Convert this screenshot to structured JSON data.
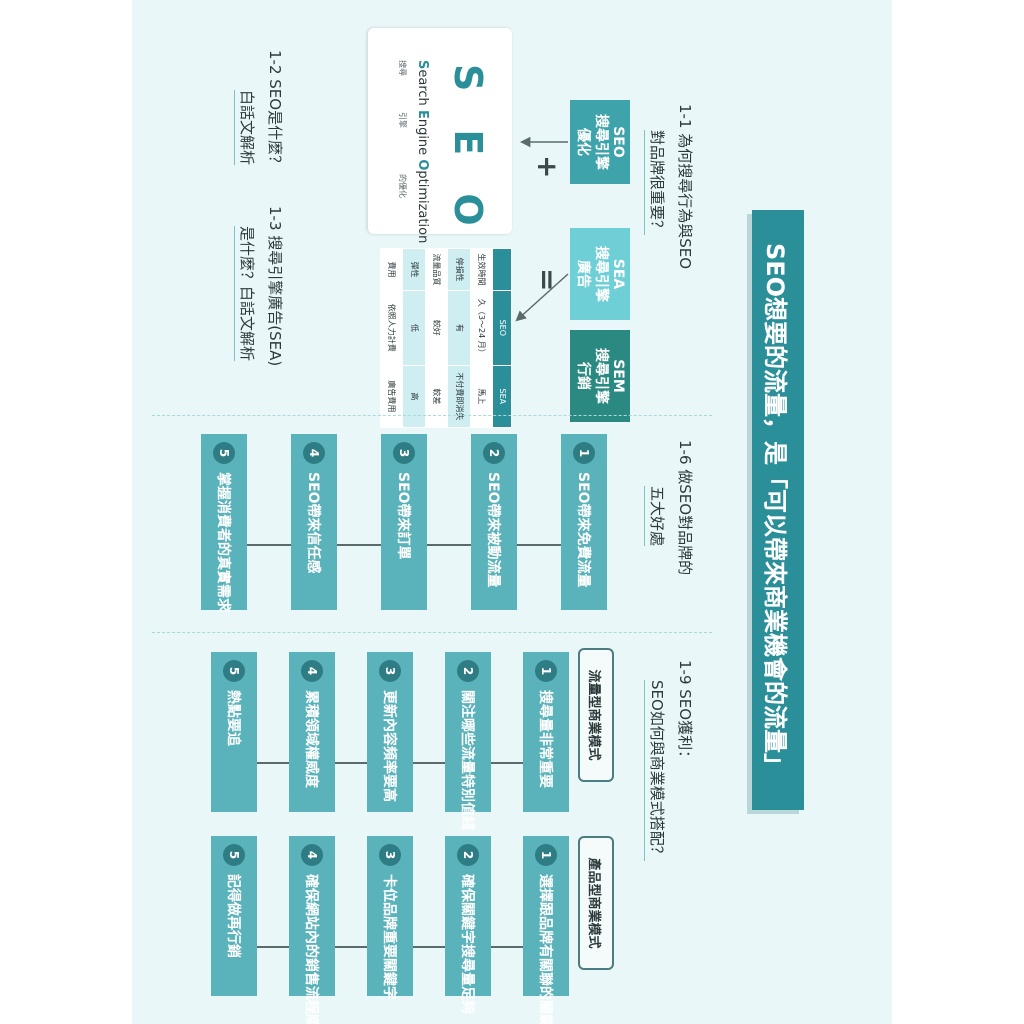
{
  "title": "SEO想要的流量，是「可以帶來商業機會的流量」",
  "section_1_1": {
    "prefix": "1-1",
    "line1": "為何搜尋行為與SEO",
    "line2": "對品牌很重要？"
  },
  "section_1_2": {
    "prefix": "1-2",
    "line1": "SEO是什麼？",
    "line2": "白話文解析"
  },
  "section_1_3": {
    "prefix": "1-3",
    "line1": "搜尋引擎廣告(SEA)",
    "line2": "是什麼？白話文解析"
  },
  "section_1_6": {
    "prefix": "1-6",
    "line1": "做SEO對品牌的",
    "line2": "五大好處",
    "steps": [
      {
        "num": "1",
        "label": "SEO帶來免費流量"
      },
      {
        "num": "2",
        "label": "SEO帶來被動流量"
      },
      {
        "num": "3",
        "label": "SEO帶來訂單"
      },
      {
        "num": "4",
        "label": "SEO帶來信任感"
      },
      {
        "num": "5",
        "label": "掌握消費者的真實需求"
      }
    ]
  },
  "section_1_9": {
    "prefix": "1-9",
    "line1": "SEO獲利：",
    "line2": "SEO如何與商業模式搭配？",
    "traffic_model": {
      "label": "流量型商業模式",
      "steps": [
        {
          "num": "1",
          "label": "搜尋量非常重要"
        },
        {
          "num": "2",
          "label": "關注哪些流量特別值錢"
        },
        {
          "num": "3",
          "label": "更新內容頻率要高"
        },
        {
          "num": "4",
          "label": "累積領域權威度"
        },
        {
          "num": "5",
          "label": "熱點要追"
        }
      ]
    },
    "product_model": {
      "label": "產品型商業模式",
      "steps": [
        {
          "num": "1",
          "label": "選擇跟品牌有關聯的關鍵字"
        },
        {
          "num": "2",
          "label": "確保關鍵字搜尋量足夠"
        },
        {
          "num": "3",
          "label": "卡位品牌重要關鍵字"
        },
        {
          "num": "4",
          "label": "確保網站內的銷售流程順利"
        },
        {
          "num": "5",
          "label": "記得做再行銷"
        }
      ]
    }
  },
  "equation": {
    "seo": {
      "line1": "SEO",
      "line2": "搜尋引擎",
      "line3": "優化"
    },
    "plus": "+",
    "sea": {
      "line1": "SEA",
      "line2": "搜尋引擎",
      "line3": "廣告"
    },
    "equals": "=",
    "sem": {
      "line1": "SEM",
      "line2": "搜尋引擎",
      "line3": "行銷"
    }
  },
  "seo_card": {
    "letters": [
      "S",
      "E",
      "O"
    ],
    "s_word": "earch",
    "e_word": "ngine",
    "o_word": "ptimization",
    "s_cn": "搜尋",
    "e_cn": "引擎",
    "o_cn": "的優化"
  },
  "comparison_table": {
    "headers": [
      "",
      "SEO",
      "SEA"
    ],
    "rows": [
      [
        "生效時間",
        "久（3～24 月）",
        "馬上"
      ],
      [
        "停損性",
        "有",
        "不付費即消失"
      ],
      [
        "流量品質",
        "較好",
        "較差"
      ],
      [
        "彈性",
        "低",
        "高"
      ],
      [
        "費用",
        "依照人力計費",
        "廣告費用"
      ]
    ]
  },
  "colors": {
    "accent": "#2a8f99",
    "step": "#5ab3bb",
    "tile_seo": "#3fa3ab",
    "tile_sea": "#6fcfd6",
    "tile_sem": "#2a8a82"
  }
}
